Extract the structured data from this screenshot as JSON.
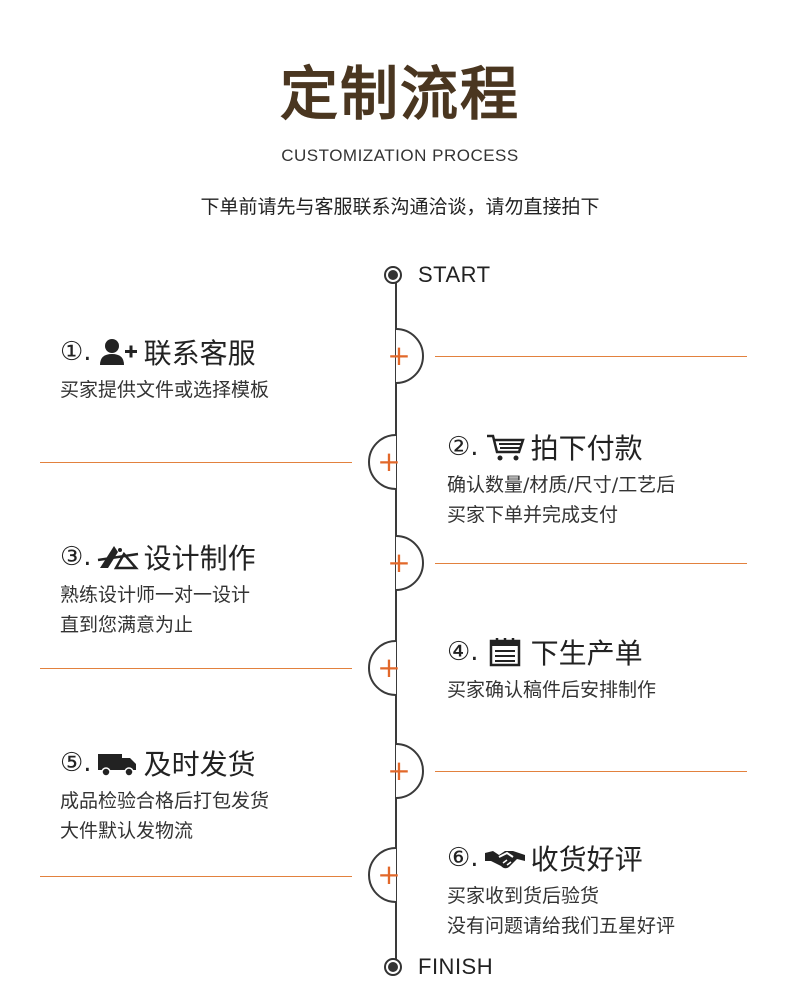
{
  "header": {
    "title": "定制流程",
    "subtitle": "CUSTOMIZATION PROCESS",
    "note": "下单前请先与客服联系沟通洽谈，请勿直接拍下"
  },
  "timeline": {
    "start_label": "START",
    "finish_label": "FINISH",
    "plus_symbol": "+"
  },
  "steps": [
    {
      "num": "①.",
      "title": "联系客服",
      "icon": "add-user-icon",
      "desc": [
        "买家提供文件或选择模板"
      ]
    },
    {
      "num": "②.",
      "title": "拍下付款",
      "icon": "shopping-cart-icon",
      "desc": [
        "确认数量/材质/尺寸/工艺后",
        "买家下单并完成支付"
      ]
    },
    {
      "num": "③.",
      "title": "设计制作",
      "icon": "design-tools-icon",
      "desc": [
        "熟练设计师一对一设计",
        "直到您满意为止"
      ]
    },
    {
      "num": "④.",
      "title": "下生产单",
      "icon": "calendar-icon",
      "desc": [
        "买家确认稿件后安排制作"
      ]
    },
    {
      "num": "⑤.",
      "title": "及时发货",
      "icon": "truck-icon",
      "desc": [
        "成品检验合格后打包发货",
        "大件默认发物流"
      ]
    },
    {
      "num": "⑥.",
      "title": "收货好评",
      "icon": "handshake-icon",
      "desc": [
        "买家收到货后验货",
        "没有问题请给我们五星好评"
      ]
    }
  ],
  "colors": {
    "accent": "#e2682a",
    "title": "#4a3620",
    "line": "#3a3a3a"
  }
}
